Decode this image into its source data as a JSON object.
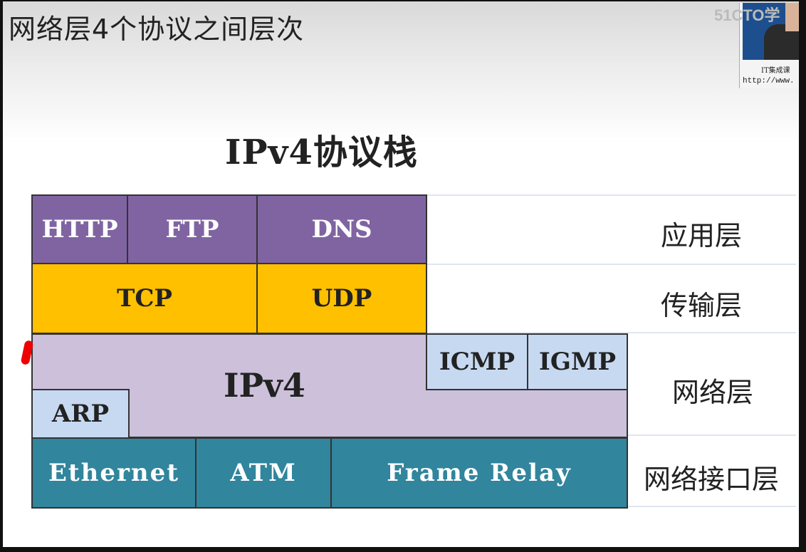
{
  "header": {
    "title": "网络层4个协议之间层次"
  },
  "webcam": {
    "logo": "51CTO学",
    "caption": "IT集成课",
    "url": "http://www."
  },
  "diagram": {
    "title": "IPv4协议栈",
    "application": {
      "label": "应用层",
      "protocols": [
        "HTTP",
        "FTP",
        "DNS"
      ]
    },
    "transport": {
      "label": "传输层",
      "protocols": [
        "TCP",
        "UDP"
      ]
    },
    "network": {
      "label": "网络层",
      "main": "IPv4",
      "protocols": [
        "ICMP",
        "IGMP",
        "ARP"
      ]
    },
    "link": {
      "label": "网络接口层",
      "protocols": [
        "Ethernet",
        "ATM",
        "Frame Relay"
      ]
    }
  },
  "colors": {
    "application": "#8064a2",
    "transport": "#ffc000",
    "network": "#ccc0da",
    "network_sub": "#c6d9f1",
    "link": "#31859c"
  }
}
